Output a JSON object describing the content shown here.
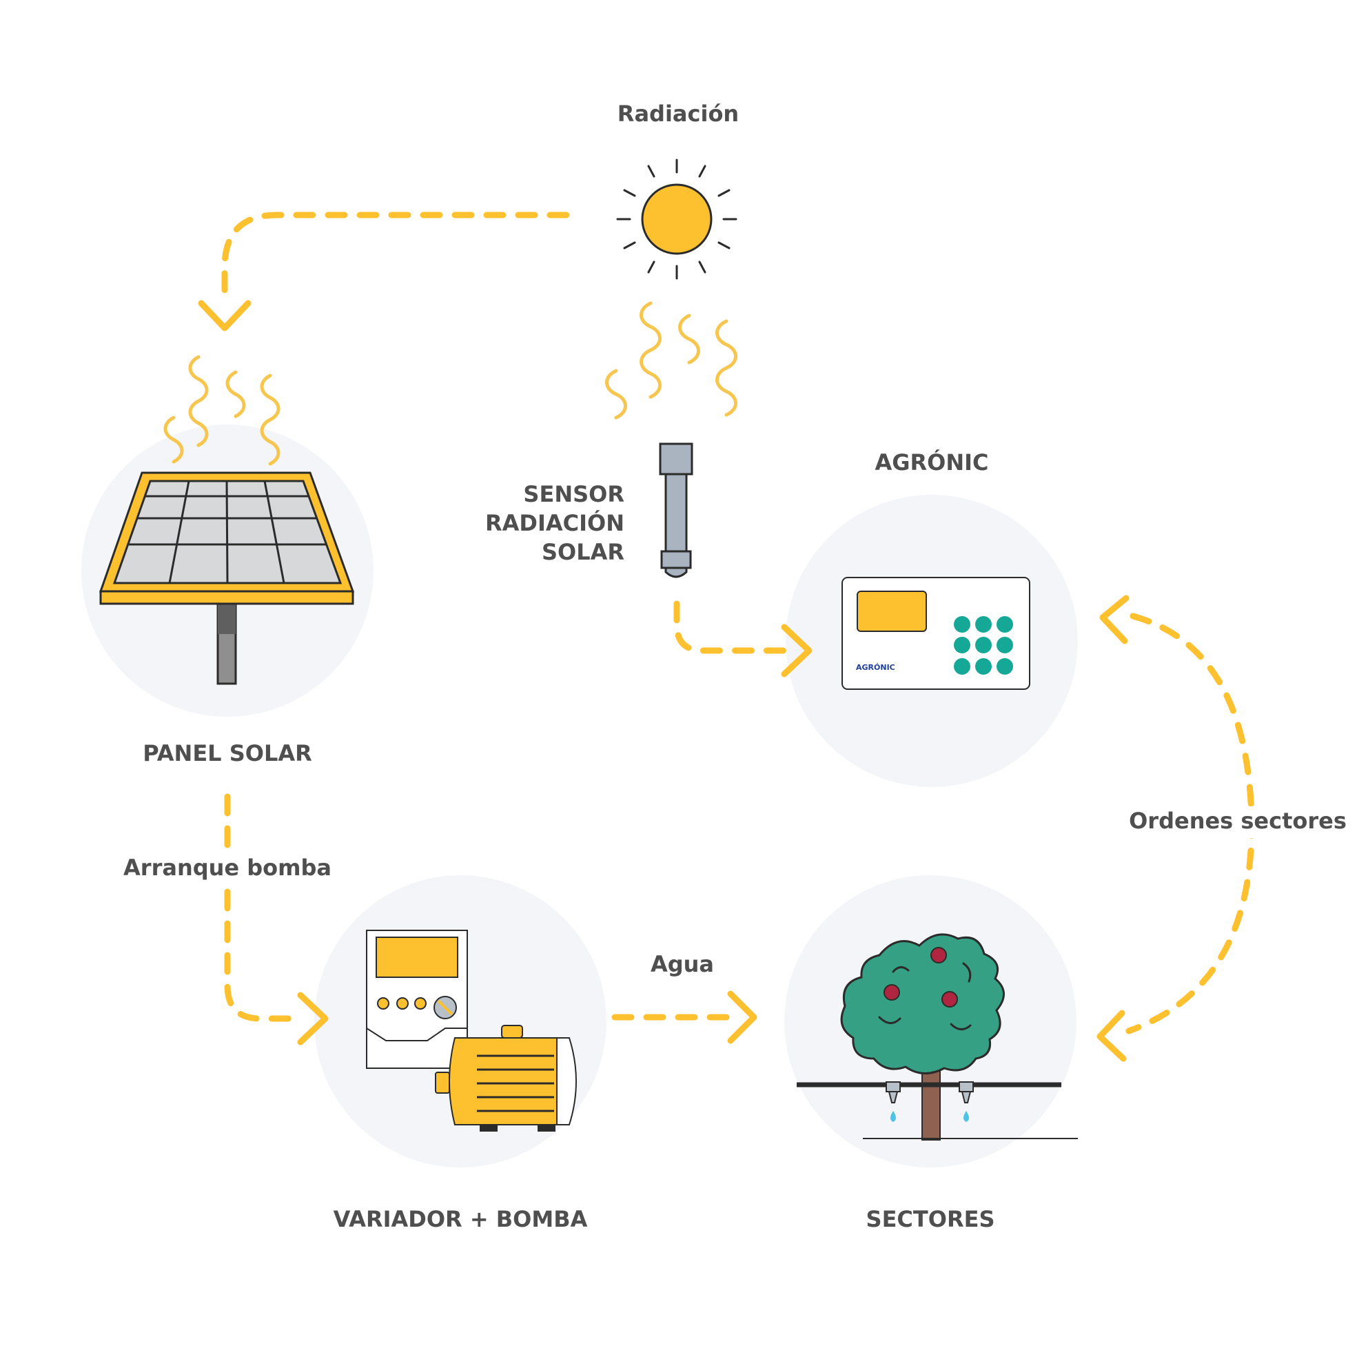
{
  "colors": {
    "accent_yellow": "#fdc02f",
    "circle_bg": "#f4f5f8",
    "keypad_teal": "#16a896",
    "tree_green": "#35a083",
    "fruit_red": "#b0253f",
    "label_gray": "#4f4f4f"
  },
  "labels": {
    "radiacion": "Radiación",
    "sensor_line1": "SENSOR",
    "sensor_line2": "RADIACIÓN",
    "sensor_line3": "SOLAR",
    "agronic": "AGRÓNIC",
    "panel_solar": "PANEL SOLAR",
    "arranque_bomba": "Arranque bomba",
    "agua": "Agua",
    "ordenes_sectores": "Ordenes sectores",
    "variador_bomba": "VARIADOR + BOMBA",
    "sectores": "SECTORES",
    "device_brand": "AGRÓNIC"
  },
  "icons": {
    "sun": "sun-icon",
    "solar_panel": "solar-panel-icon",
    "sensor": "radiation-sensor-icon",
    "controller": "agronic-controller-icon",
    "pump": "variator-pump-icon",
    "tree": "irrigated-tree-icon"
  }
}
